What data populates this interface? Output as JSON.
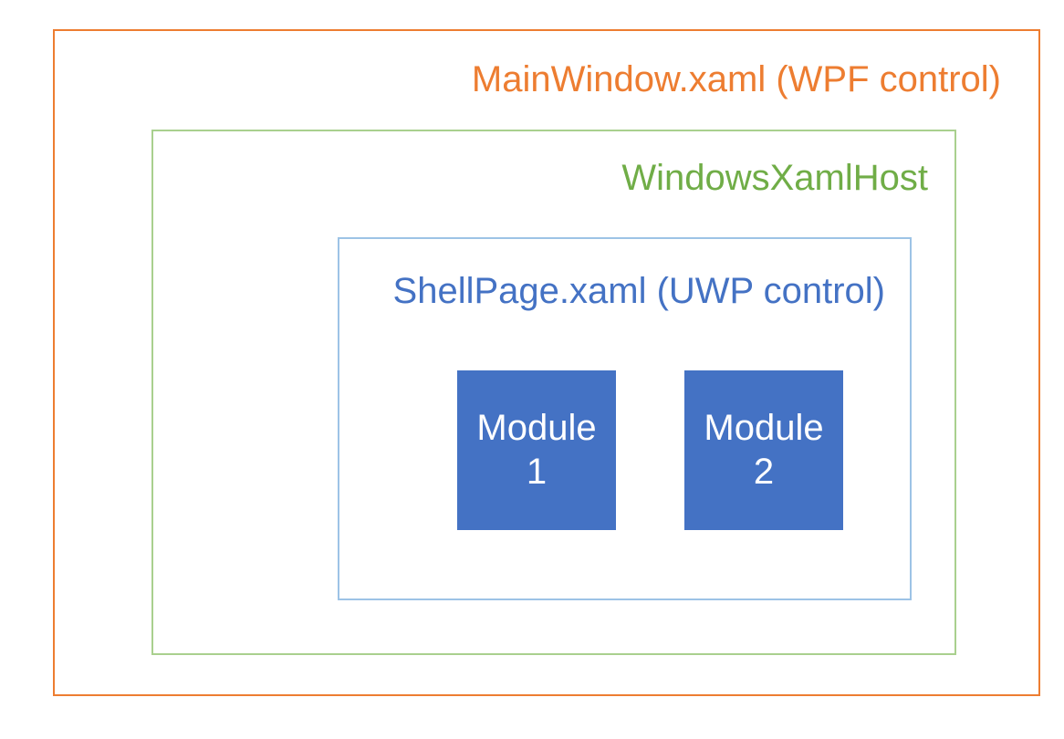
{
  "diagram": {
    "type": "nested-containment",
    "background_color": "#FFFFFF",
    "layers": [
      {
        "id": "mainwindow",
        "title": "MainWindow.xaml (WPF control)",
        "border_color": "#ED7D31",
        "text_color": "#ED7D31",
        "fill": "none"
      },
      {
        "id": "windowsxamlhost",
        "title": "WindowsXamlHost",
        "border_color": "#A9D08E",
        "text_color": "#70AD47",
        "fill": "none"
      },
      {
        "id": "shellpage",
        "title": "ShellPage.xaml (UWP control)",
        "border_color": "#9DC3E6",
        "text_color": "#4472C4",
        "fill": "none"
      }
    ],
    "modules": [
      {
        "id": "module-1",
        "line1": "Module",
        "line2": "1",
        "fill_color": "#4472C4",
        "text_color": "#FFFFFF"
      },
      {
        "id": "module-2",
        "line1": "Module",
        "line2": "2",
        "fill_color": "#4472C4",
        "text_color": "#FFFFFF"
      }
    ]
  }
}
